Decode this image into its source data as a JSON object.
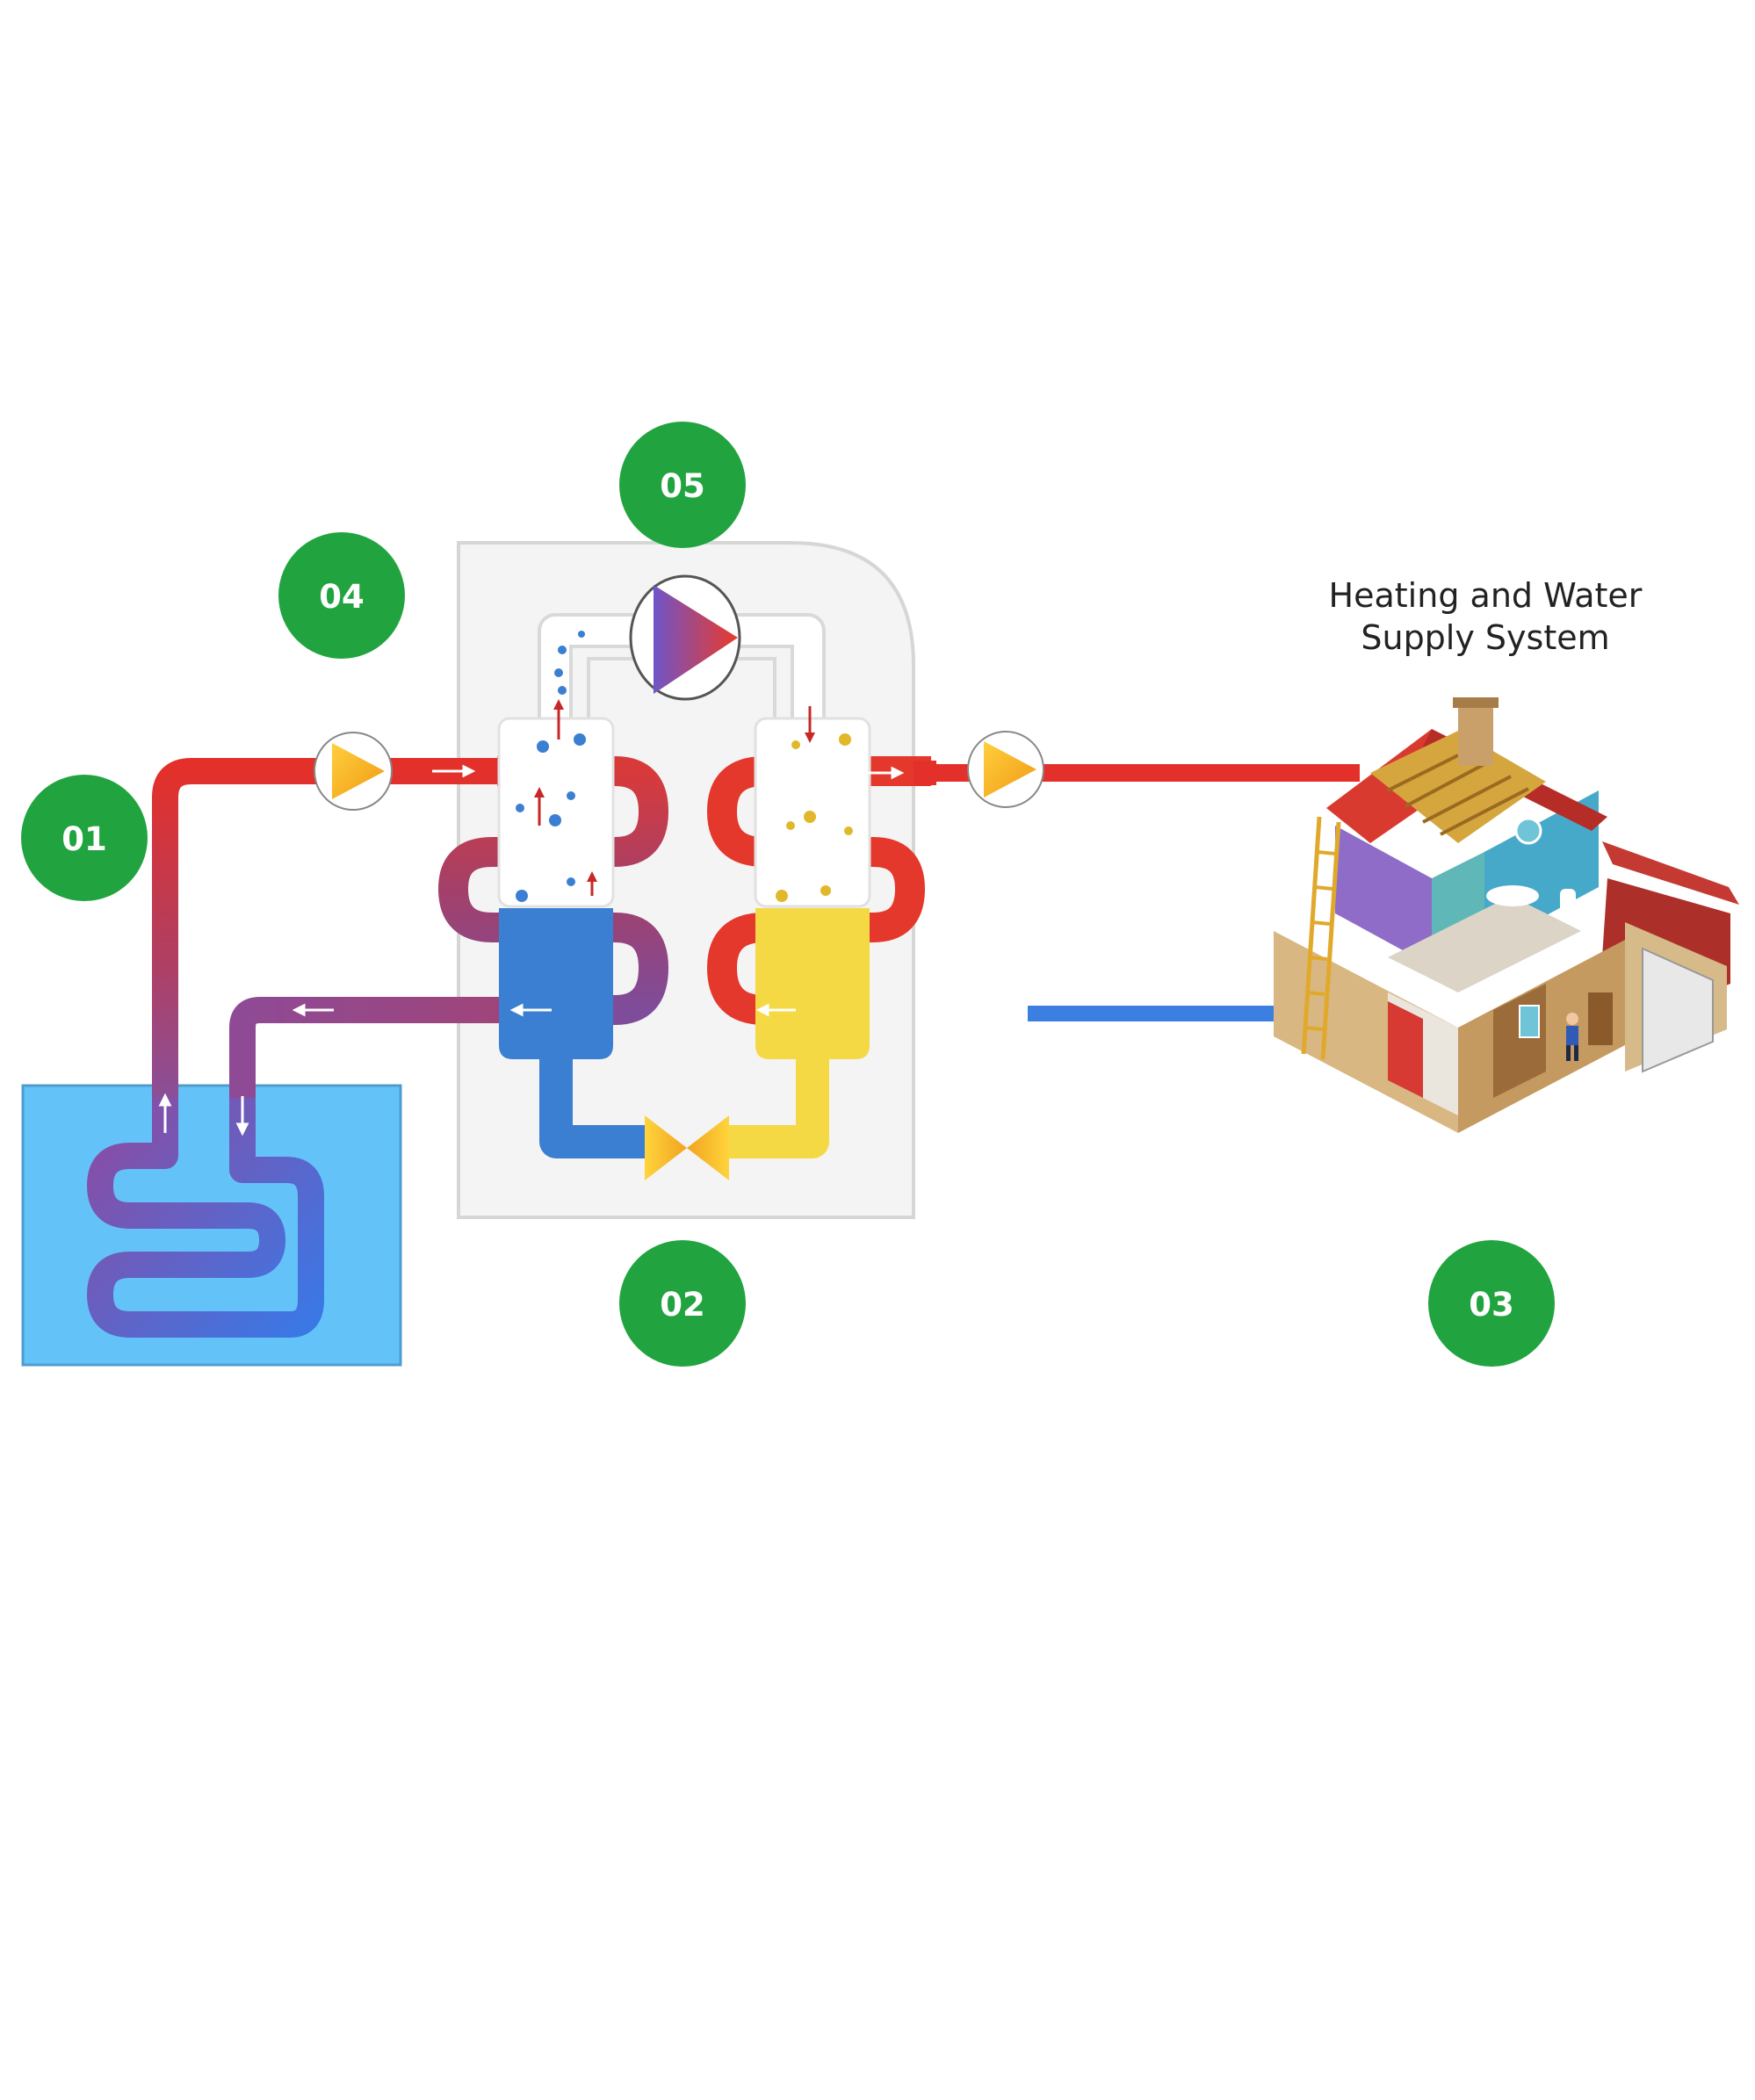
{
  "caption": {
    "line1": "Heating and Water",
    "line2": "Supply System"
  },
  "badges": [
    {
      "label": "01"
    },
    {
      "label": "02"
    },
    {
      "label": "03"
    },
    {
      "label": "04"
    },
    {
      "label": "05"
    }
  ],
  "colors": {
    "badge": "#21a43f",
    "hot_pipe": "#e3302a",
    "warm_pipe": "#9b4a8a",
    "cold_pipe": "#3b7fe0",
    "ground_loop": "#63c3f8",
    "evaporator_fluid": "#3a7fd2",
    "condenser_fluid": "#f4d944",
    "pump": "#f6b91e",
    "unit_panel": "#f4f4f4"
  },
  "icons": {
    "pumps": [
      "pump-icon",
      "pump-icon"
    ],
    "compressor": "compressor-icon",
    "valve": "expansion-valve-icon",
    "house": "house-cutaway-icon"
  }
}
